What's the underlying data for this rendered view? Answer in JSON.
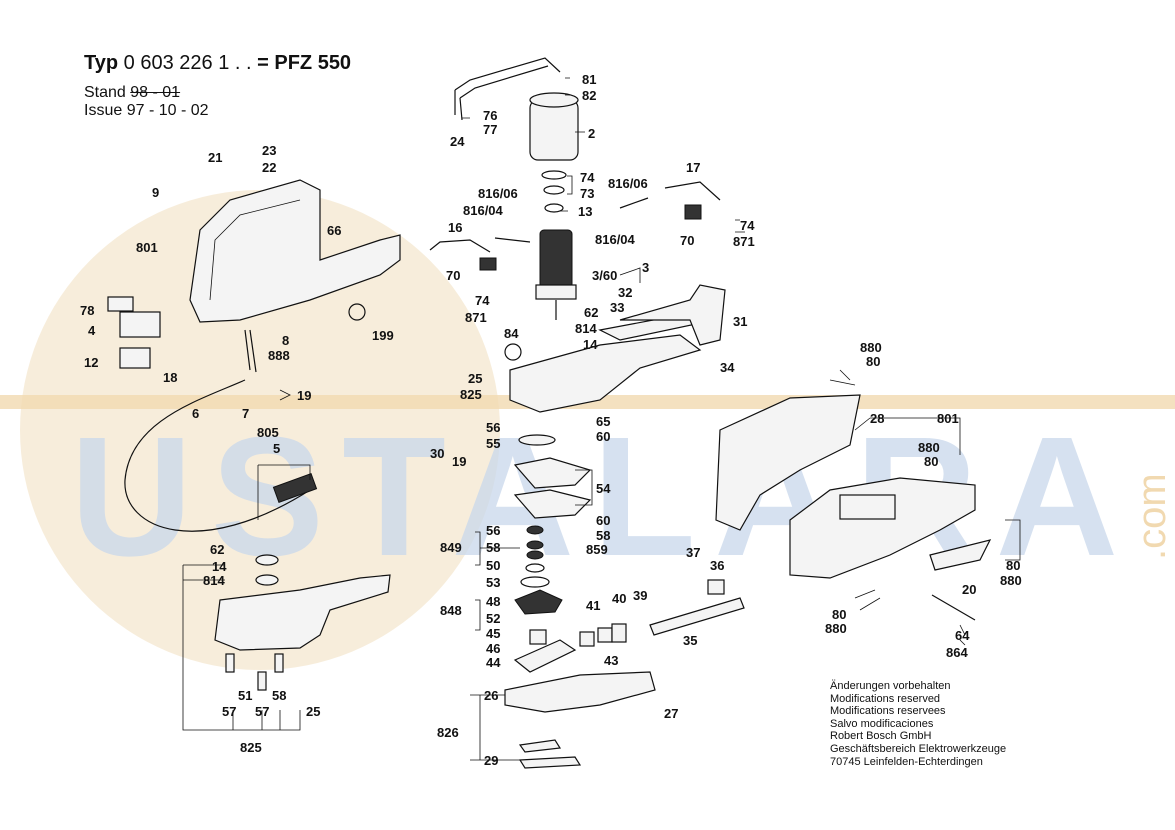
{
  "header": {
    "typ_prefix": "Typ",
    "typ_number": "0 603 226",
    "typ_suffix": "1 . .",
    "equals": "=",
    "model": "PFZ 550",
    "stand_label": "Stand",
    "stand_value": "98 - 01",
    "issue_label": "Issue",
    "issue_value": "97 - 10 - 02"
  },
  "notes": [
    "Änderungen vorbehalten",
    "Modifications reserved",
    "Modifications reservees",
    "Salvo modificaciones",
    "Robert Bosch GmbH",
    "Geschäftsbereich Elektrowerkzeuge",
    "70745 Leinfelden-Echterdingen"
  ],
  "watermark": {
    "text": "USTALARA",
    "suffix": ".com"
  },
  "callouts": [
    "81",
    "82",
    "76",
    "77",
    "24",
    "2",
    "74",
    "73",
    "13",
    "816/06",
    "816/04",
    "816/06",
    "816/04",
    "17",
    "74",
    "871",
    "70",
    "16",
    "70",
    "3/60",
    "3",
    "74",
    "871",
    "32",
    "33",
    "31",
    "62",
    "814",
    "14",
    "84",
    "34",
    "25",
    "825",
    "23",
    "22",
    "21",
    "9",
    "66",
    "801",
    "78",
    "4",
    "12",
    "18",
    "8",
    "888",
    "199",
    "6",
    "7",
    "19",
    "805",
    "5",
    "56",
    "55",
    "65",
    "60",
    "30",
    "19",
    "54",
    "56",
    "58",
    "50",
    "60",
    "58",
    "859",
    "849",
    "53",
    "48",
    "52",
    "45",
    "46",
    "44",
    "848",
    "41",
    "40",
    "39",
    "37",
    "36",
    "35",
    "43",
    "26",
    "826",
    "27",
    "29",
    "62",
    "14",
    "814",
    "51",
    "58",
    "57",
    "57",
    "25",
    "825",
    "880",
    "80",
    "28",
    "801",
    "880",
    "80",
    "880",
    "80",
    "20",
    "80",
    "880",
    "64",
    "864"
  ]
}
